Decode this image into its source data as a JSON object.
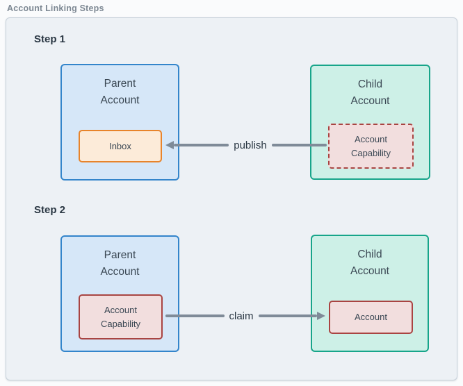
{
  "diagram": {
    "title": "Account Linking Steps",
    "steps": [
      {
        "label": "Step 1",
        "parent_title": "Parent\nAccount",
        "parent_inner": "Inbox",
        "child_title": "Child\nAccount",
        "child_inner": "Account\nCapability",
        "arrow_label": "publish",
        "arrow_direction": "left"
      },
      {
        "label": "Step 2",
        "parent_title": "Parent\nAccount",
        "parent_inner": "Account\nCapability",
        "child_title": "Child\nAccount",
        "child_inner": "Account",
        "arrow_label": "claim",
        "arrow_direction": "right"
      }
    ],
    "colors": {
      "canvas_background": "#edf1f5",
      "parent_fill": "#d6e7f8",
      "parent_border": "#3385cb",
      "child_fill": "#cdf0e7",
      "child_border": "#17a58a",
      "inbox_fill": "#fcebd9",
      "inbox_border": "#e8842b",
      "capability_fill": "#f2dede",
      "capability_border": "#a94442",
      "arrow": "#7f8b98"
    }
  }
}
